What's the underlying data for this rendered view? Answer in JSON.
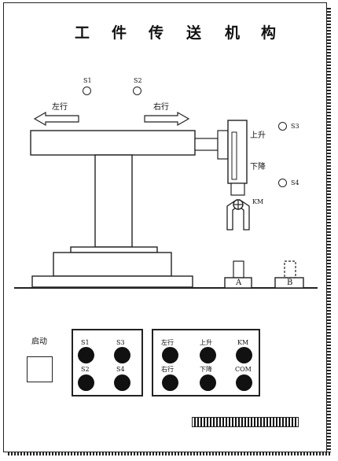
{
  "title": [
    "工",
    "件",
    "传",
    "送",
    "机",
    "构"
  ],
  "sensors_top": {
    "s1": "S1",
    "s2": "S2"
  },
  "arrows": {
    "left": "左行",
    "right": "右行"
  },
  "arm_labels": {
    "up": "上升",
    "down": "下降",
    "km": "KM"
  },
  "side_sensors": {
    "s3": "S3",
    "s4": "S4"
  },
  "stations": {
    "a": "A",
    "b": "B"
  },
  "start_label": "启动",
  "panel_left": {
    "labels": [
      "S1",
      "S3",
      "S2",
      "S4"
    ]
  },
  "panel_right": {
    "labels": [
      "左行",
      "上升",
      "KM",
      "右行",
      "下降",
      "COM"
    ]
  }
}
